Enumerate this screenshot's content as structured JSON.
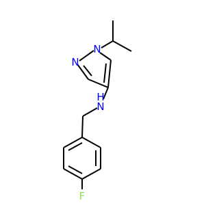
{
  "molecule": {
    "atoms": {
      "n1": "N",
      "n2": "N",
      "nh": "N",
      "h": "H",
      "f": "F"
    },
    "colors": {
      "nitrogen": "#0000ff",
      "fluorine": "#90e050",
      "bond": "#000000",
      "background": "#ffffff"
    }
  }
}
